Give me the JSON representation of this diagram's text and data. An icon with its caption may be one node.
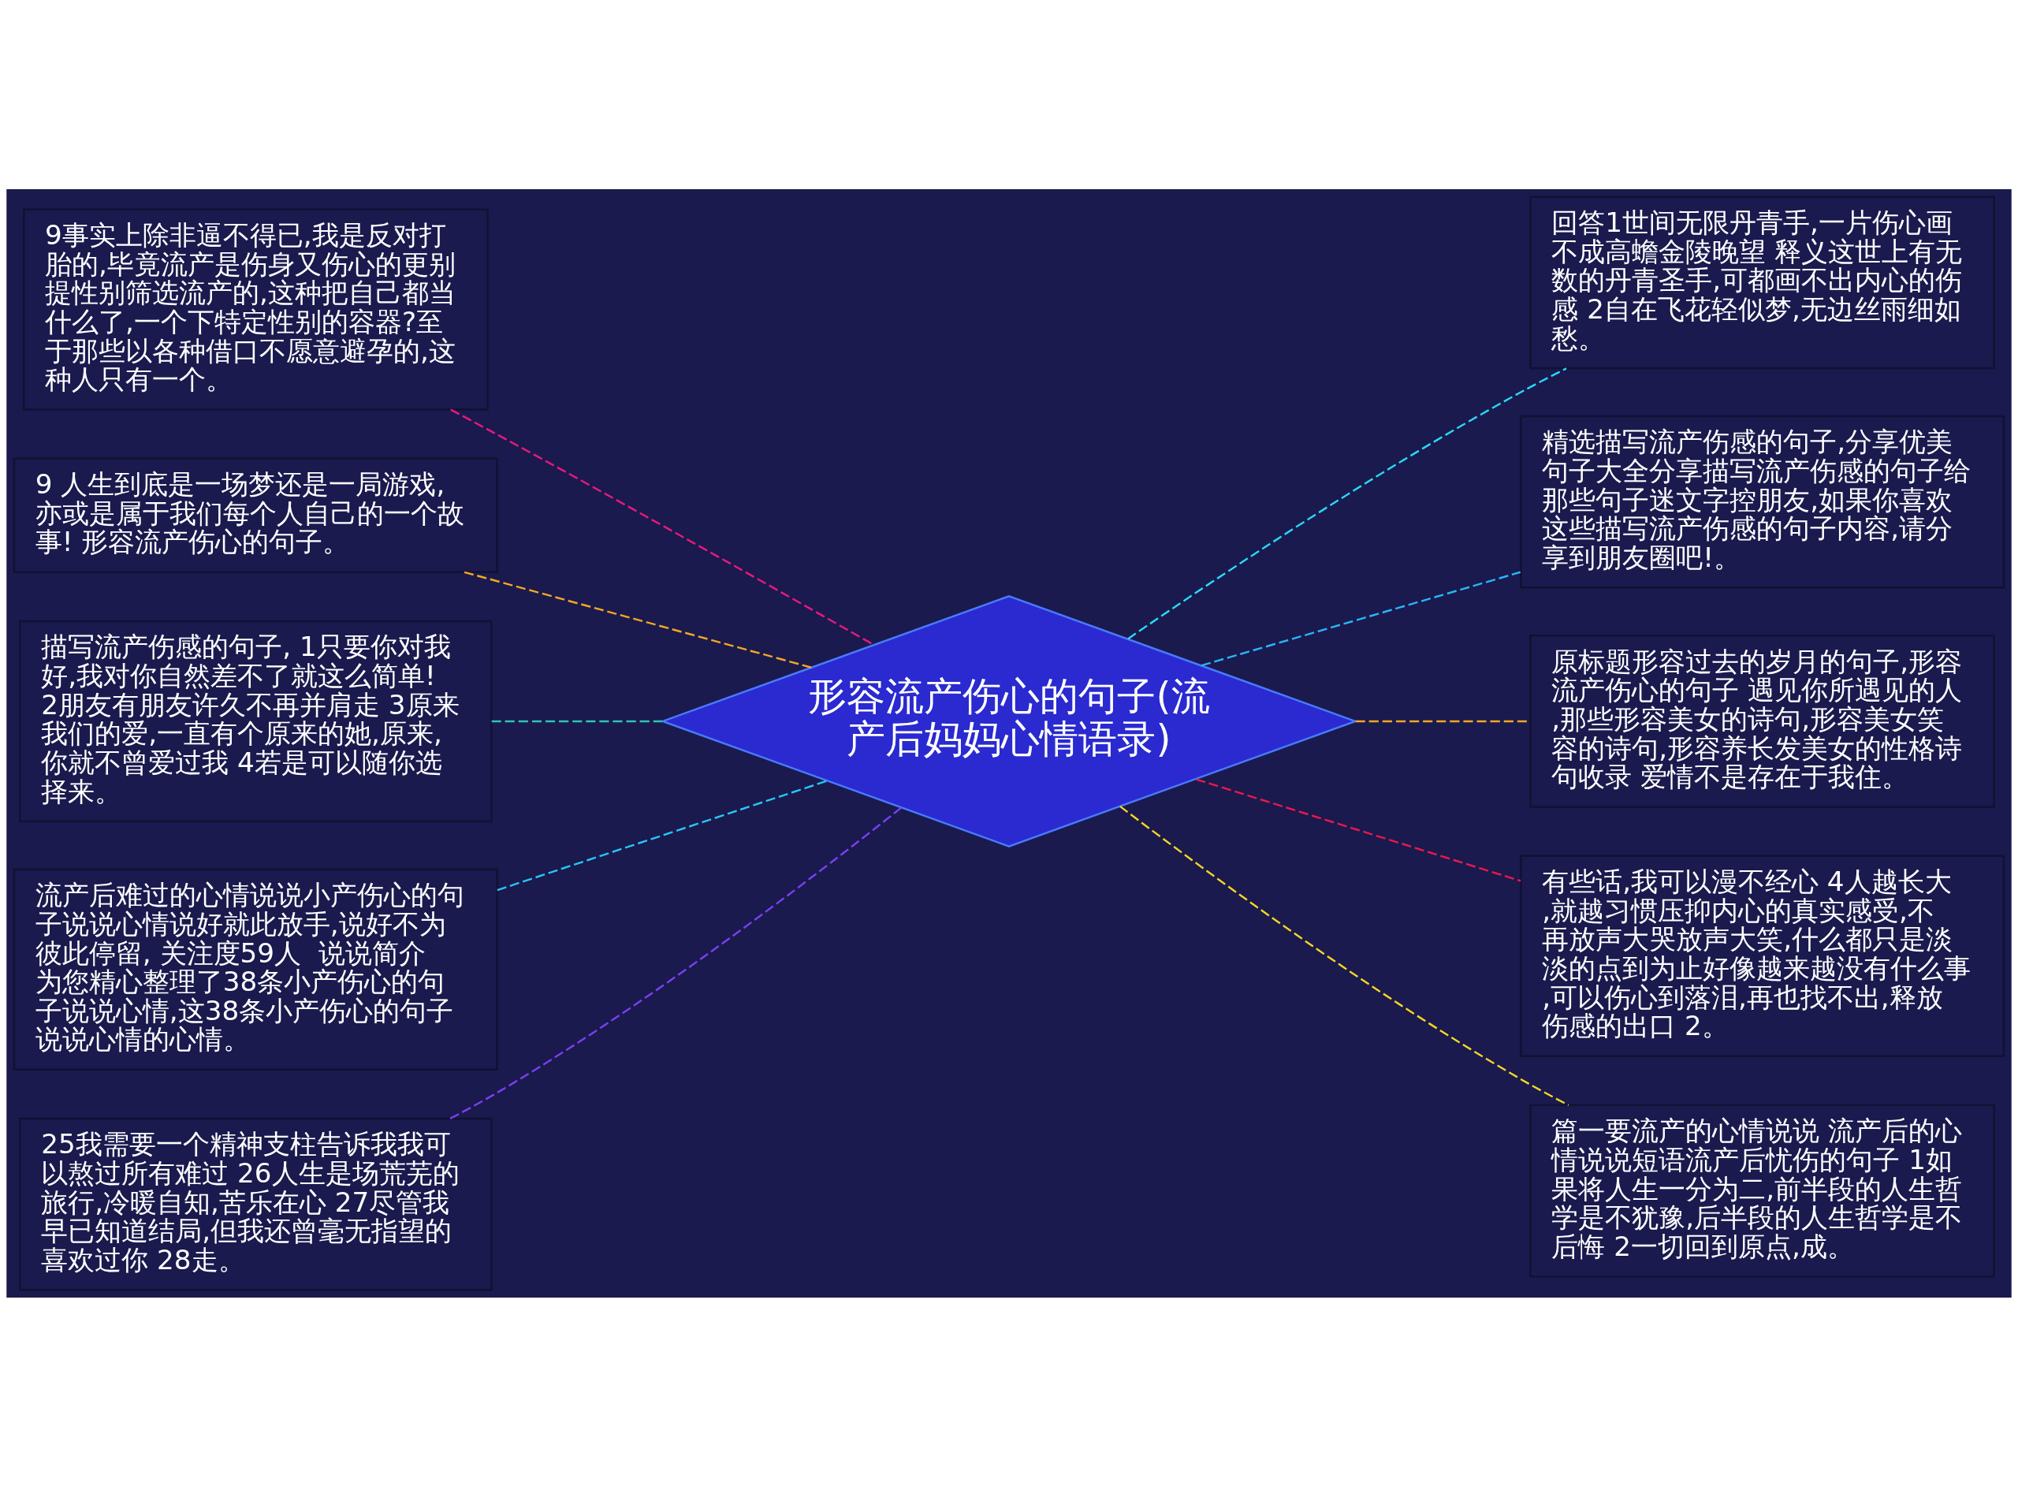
{
  "diagram": {
    "nodes": [
      {
        "text": [
          "形容流产伤心的句子(流产后妈妈心情语录)"
        ]
      },
      {
        "text": [
          "9事实上除非逼不得已,我是反对打胎的,毕竟流产是伤身又伤心的更别提性别筛选流产的,这种把自己都当什么了,一个下特定性别的容器?至于那些以各种借口不愿意避孕的,这种人只有一个。"
        ]
      },
      {
        "text": [
          "9 人生到底是一场梦还是一局游戏,亦或是属于我们每个人自己的一个故事! 形容流产伤心的句子。"
        ]
      },
      {
        "text": [
          "描写流产伤感的句子, 1只要你对我好,我对你自然差不了就这么简单! 2朋友有朋友许久不再并肩走 3原来我们的爱,一直有个原来的她,原来,你就不曾爱过我 4若是可以随你选择来。"
        ]
      },
      {
        "text": [
          "流产后难过的心情说说小产伤心的句子说说心情说好就此放手,说好不为彼此停留, 关注度59人  说说简介为您精心整理了38条小产伤心的句子说说心情,这38条小产伤心的句子说说心情的心情。"
        ]
      },
      {
        "text": [
          "25我需要一个精神支柱告诉我我可以熬过所有难过 26人生是场荒芜的旅行,冷暖自知,苦乐在心 27尽管我早已知道结局,但我还曾毫无指望的喜欢过你 28走。"
        ]
      },
      {
        "text": [
          "回答1世间无限丹青手,一片伤心画不成高蟾金陵晚望 释义这世上有无数的丹青圣手,可都画不出内心的伤感 2自在飞花轻似梦,无边丝雨细如愁。"
        ]
      },
      {
        "text": [
          "精选描写流产伤感的句子,分享优美句子大全分享描写流产伤感的句子给那些句子迷文字控朋友,如果你喜欢这些描写流产伤感的句子内容,请分享到朋友圈吧!。"
        ]
      },
      {
        "text": [
          "原标题形容过去的岁月的句子,形容流产伤心的句子 遇见你所遇见的人,那些形容美女的诗句,形容美女笑容的诗句,形容养长发美女的性格诗句收录 爱情不是存在于我住。"
        ]
      },
      {
        "text": [
          "有些话,我可以漫不经心 4人越长大,就越习惯压抑内心的真实感受,不再放声大哭放声大笑,什么都只是淡淡的点到为止好像越来越没有什么事,可以伤心到落泪,再也找不出,释放伤感的出口 2。"
        ]
      },
      {
        "text": [
          "篇一要流产的心情说说 流产后的心情说说短语流产后忧伤的句子 1如果将人生一分为二,前半段的人生哲学是不犹豫,后半段的人生哲学是不后悔 2一切回到原点,成。"
        ]
      }
    ],
    "edges": [
      {
        "from": 0,
        "to": 1,
        "arrow": "none",
        "style": "dashed",
        "color": "#e8197d"
      },
      {
        "from": 0,
        "to": 2,
        "arrow": "none",
        "style": "dashed",
        "color": "#f5a623"
      },
      {
        "from": 0,
        "to": 3,
        "arrow": "none",
        "style": "dashed",
        "color": "#2ec4b6"
      },
      {
        "from": 0,
        "to": 4,
        "arrow": "none",
        "style": "dashed",
        "color": "#29c5f6"
      },
      {
        "from": 0,
        "to": 5,
        "arrow": "none",
        "style": "dashed",
        "color": "#7b3ff2"
      },
      {
        "from": 0,
        "to": 6,
        "arrow": "none",
        "style": "dashed",
        "color": "#29d8f6"
      },
      {
        "from": 0,
        "to": 7,
        "arrow": "none",
        "style": "dashed",
        "color": "#29b6f6"
      },
      {
        "from": 0,
        "to": 8,
        "arrow": "none",
        "style": "dashed",
        "color": "#f5a623"
      },
      {
        "from": 0,
        "to": 9,
        "arrow": "none",
        "style": "dashed",
        "color": "#e8194d"
      },
      {
        "from": 0,
        "to": 10,
        "arrow": "none",
        "style": "dashed",
        "color": "#f5d623"
      }
    ]
  }
}
